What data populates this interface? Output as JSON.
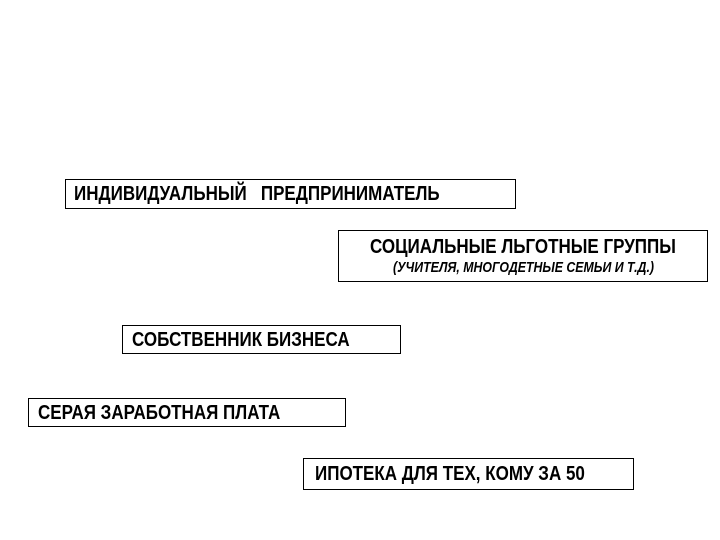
{
  "slide": {
    "background_color": "#ffffff",
    "border_color": "#000000",
    "text_color": "#000000",
    "boxes": [
      {
        "id": "individual-entrepreneur",
        "label": "ИНДИВИДУАЛЬНЫЙ   ПРЕДПРИНИМАТЕЛЬ"
      },
      {
        "id": "social-benefit-groups",
        "label": "СОЦИАЛЬНЫЕ ЛЬГОТНЫЕ ГРУППЫ",
        "sublabel": "(УЧИТЕЛЯ, МНОГОДЕТНЫЕ СЕМЬИ И Т.Д.)"
      },
      {
        "id": "business-owner",
        "label": "СОБСТВЕННИК БИЗНЕСА"
      },
      {
        "id": "gray-salary",
        "label": "СЕРАЯ ЗАРАБОТНАЯ ПЛАТА"
      },
      {
        "id": "mortgage-over-50",
        "label": "ИПОТЕКА ДЛЯ ТЕХ, КОМУ ЗА 50"
      }
    ]
  }
}
